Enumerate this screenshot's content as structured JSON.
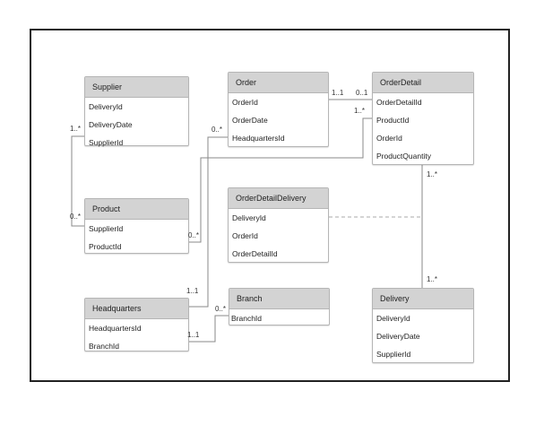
{
  "colors": {
    "header_bg": "#d3d3d3",
    "line": "#888888",
    "dashed": "#bbbbbb"
  },
  "entities": {
    "supplier": {
      "title": "Supplier",
      "attributes": [
        "DeliveryId",
        "DeliveryDate",
        "SupplierId"
      ]
    },
    "order": {
      "title": "Order",
      "attributes": [
        "OrderId",
        "OrderDate",
        "HeadquartersId"
      ]
    },
    "orderdetail": {
      "title": "OrderDetail",
      "attributes": [
        "OrderDetailId",
        "ProductId",
        "OrderId",
        "ProductQuantity"
      ]
    },
    "product": {
      "title": "Product",
      "attributes": [
        "SupplierId",
        "ProductId"
      ]
    },
    "orderdetaildelivery": {
      "title": "OrderDetailDelivery",
      "attributes": [
        "DeliveryId",
        "OrderId",
        "OrderDetailId"
      ]
    },
    "headquarters": {
      "title": "Headquarters",
      "attributes": [
        "HeadquartersId",
        "BranchId"
      ]
    },
    "branch": {
      "title": "Branch",
      "attributes": [
        "BranchId"
      ]
    },
    "delivery": {
      "title": "Delivery",
      "attributes": [
        "DeliveryId",
        "DeliveryDate",
        "SupplierId"
      ]
    }
  },
  "multiplicities": {
    "supplier_product_supplier": "1..*",
    "supplier_product_product": "0..*",
    "order_orderdetail_order": "1..1",
    "order_orderdetail_detail": "0..1",
    "product_orderdetail_detail": "1..*",
    "product_orderdetail_product": "0..*",
    "order_headquarters_order": "0..*",
    "order_headquarters_hq": "1..1",
    "hq_branch_hq": "1..1",
    "hq_branch_branch": "0..*",
    "orderdetail_delivery_detail": "1..*",
    "orderdetail_delivery_delivery": "1..*"
  }
}
